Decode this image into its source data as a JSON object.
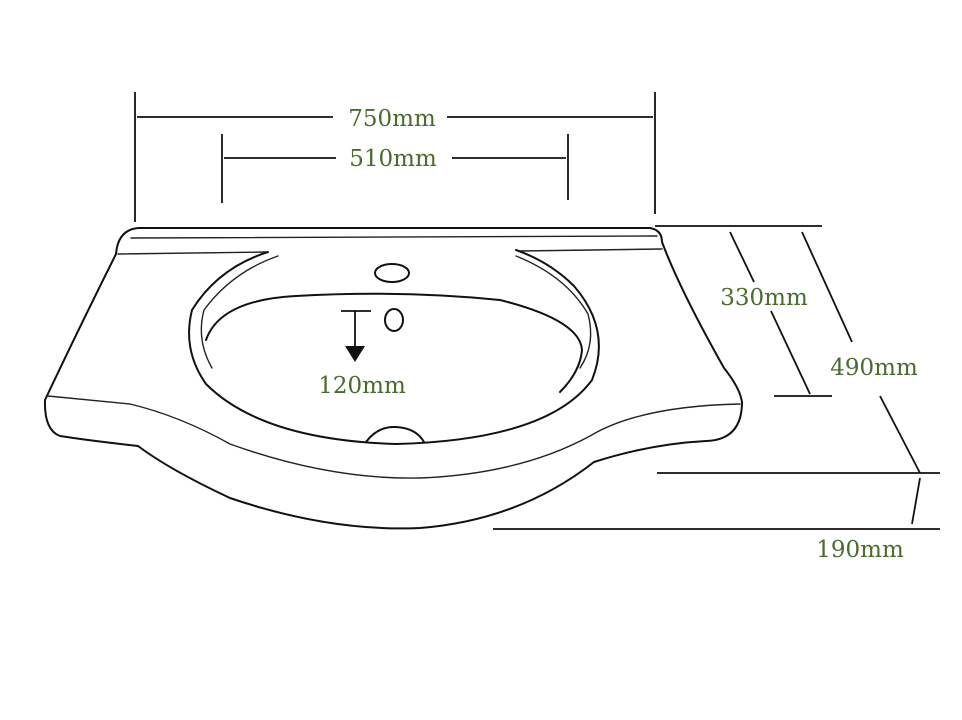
{
  "dimensions": {
    "overall_width": "750mm",
    "bowl_width": "510mm",
    "bowl_depth_front": "330mm",
    "overall_depth": "490mm",
    "height": "190mm",
    "drain_depth": "120mm"
  },
  "colors": {
    "label": "#4a6b2e",
    "line": "#111111",
    "background": "#ffffff"
  }
}
